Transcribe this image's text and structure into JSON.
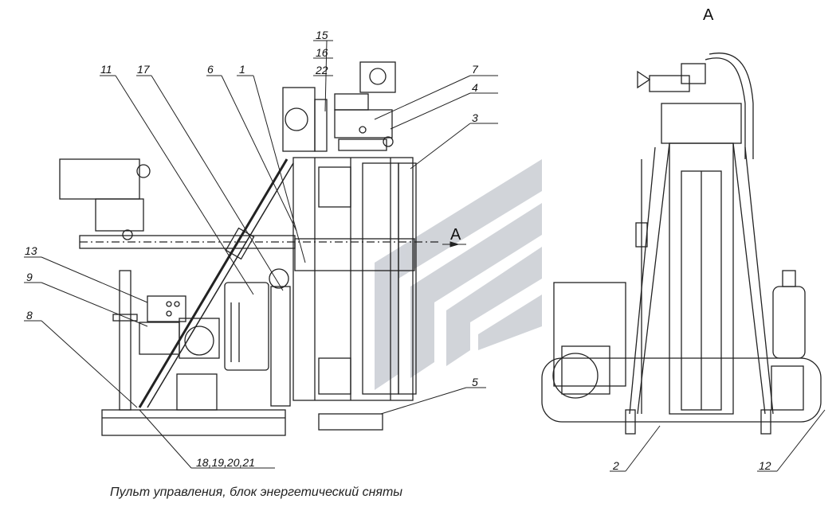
{
  "view_label": "А",
  "section_marker": "А",
  "caption": "Пульт управления, блок энергетический сняты",
  "callouts": {
    "c15": "15",
    "c16": "16",
    "c22": "22",
    "c7": "7",
    "c4": "4",
    "c3": "3",
    "c11": "11",
    "c17": "17",
    "c6": "6",
    "c1": "1",
    "c13": "13",
    "c9": "9",
    "c8": "8",
    "c5": "5",
    "c18_21": "18,19,20,21",
    "c2": "2",
    "c12": "12"
  },
  "colors": {
    "line": "#222222",
    "watermark": "#c8ccd2"
  }
}
